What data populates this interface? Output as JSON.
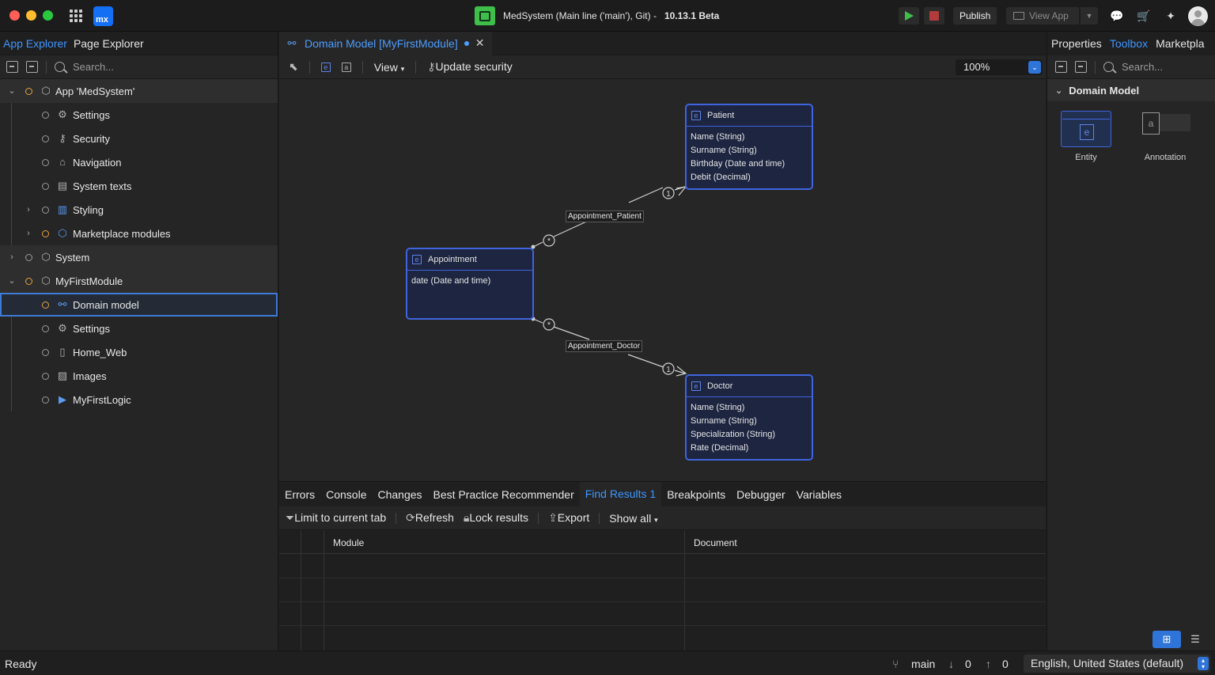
{
  "titlebar": {
    "title": "MedSystem (Main line ('main'), Git) -",
    "version": "10.13.1 Beta",
    "publish_label": "Publish",
    "view_app_label": "View App",
    "logo_text": "mx"
  },
  "left_panel": {
    "tabs": [
      {
        "label": "App Explorer",
        "active": true
      },
      {
        "label": "Page Explorer",
        "active": false
      }
    ],
    "search_placeholder": "Search...",
    "tree": {
      "app": "App 'MedSystem'",
      "settings": "Settings",
      "security": "Security",
      "navigation": "Navigation",
      "system_texts": "System texts",
      "styling": "Styling",
      "marketplace_modules": "Marketplace modules",
      "system": "System",
      "module": "MyFirstModule",
      "domain_model": "Domain model",
      "module_settings": "Settings",
      "home_web": "Home_Web",
      "images": "Images",
      "logic": "MyFirstLogic"
    }
  },
  "editor": {
    "tab_label": "Domain Model [MyFirstModule]",
    "view_label": "View",
    "update_security_label": "Update security",
    "zoom": "100%"
  },
  "domain_model": {
    "entities": [
      {
        "name": "Patient",
        "attributes": [
          "Name (String)",
          "Surname (String)",
          "Birthday (Date and time)",
          "Debit (Decimal)"
        ]
      },
      {
        "name": "Appointment",
        "attributes": [
          "date (Date and time)"
        ]
      },
      {
        "name": "Doctor",
        "attributes": [
          "Name (String)",
          "Surname (String)",
          "Specialization (String)",
          "Rate (Decimal)"
        ]
      }
    ],
    "associations": [
      {
        "name": "Appointment_Patient",
        "from_multiplicity": "*",
        "to_multiplicity": "1"
      },
      {
        "name": "Appointment_Doctor",
        "from_multiplicity": "*",
        "to_multiplicity": "1"
      }
    ]
  },
  "bottom_panel": {
    "tabs": [
      "Errors",
      "Console",
      "Changes",
      "Best Practice Recommender",
      "Find Results 1",
      "Breakpoints",
      "Debugger",
      "Variables"
    ],
    "active_tab": "Find Results 1",
    "toolbar": {
      "limit": "Limit to current tab",
      "refresh": "Refresh",
      "lock": "Lock results",
      "export": "Export",
      "show_all": "Show all"
    },
    "columns": [
      "Module",
      "Document"
    ]
  },
  "right_panel": {
    "tabs": [
      {
        "label": "Properties",
        "active": false
      },
      {
        "label": "Toolbox",
        "active": true
      },
      {
        "label": "Marketpla",
        "active": false
      }
    ],
    "search_placeholder": "Search...",
    "section_title": "Domain Model",
    "tools": [
      "Entity",
      "Annotation"
    ]
  },
  "statusbar": {
    "ready": "Ready",
    "branch": "main",
    "incoming": "0",
    "outgoing": "0",
    "language": "English, United States (default)"
  },
  "colors": {
    "accent": "#3e96ff",
    "entity_border": "#3f64dd",
    "entity_fill": "#1d2540",
    "run_green": "#3fbf4a",
    "module_orange": "#e8a23a"
  }
}
